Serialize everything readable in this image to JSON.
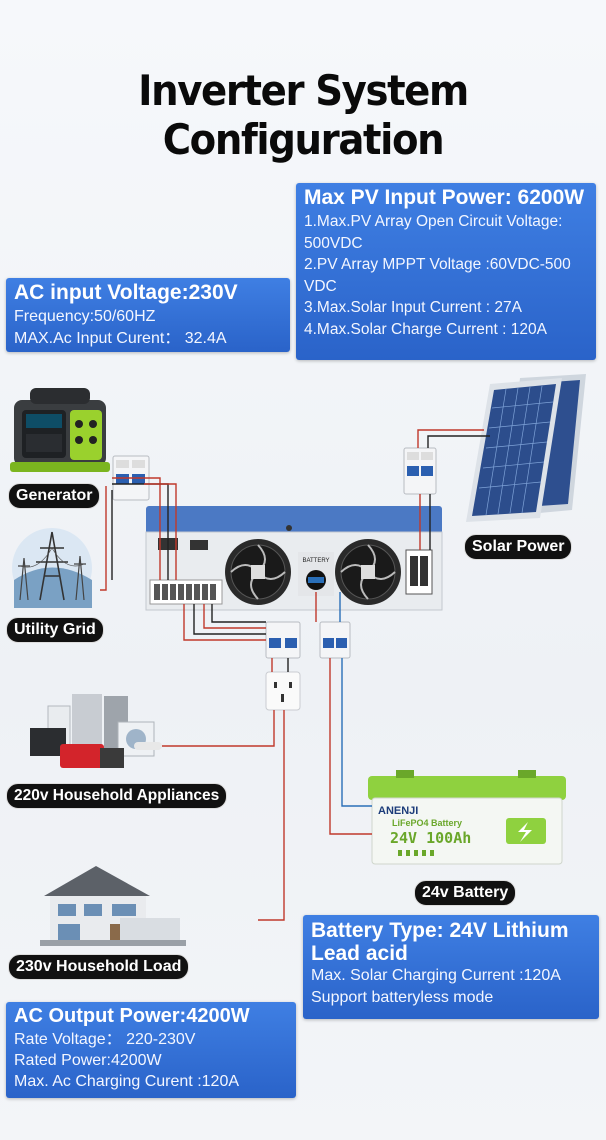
{
  "title": "Inverter System Configuration",
  "pv_box": {
    "heading": "Max PV Input Power: 6200W",
    "lines": [
      "1.Max.PV Array Open Circuit Voltage:",
      "500VDC",
      "2.PV Array MPPT Voltage :60VDC-500",
      "VDC",
      "3.Max.Solar Input Current : 27A",
      "4.Max.Solar Charge  Current : 120A"
    ]
  },
  "ac_input_box": {
    "heading": "AC input Voltage:230V",
    "lines": [
      "Frequency:50/60HZ",
      "MAX.Ac Input Curent： 32.4A"
    ]
  },
  "labels": {
    "generator": "Generator",
    "utility_grid": "Utility Grid",
    "solar_power": "Solar Power",
    "appliances": "220v Household Appliances",
    "battery": "24v Battery",
    "household_load": "230v Household Load"
  },
  "battery_box": {
    "heading_line1": "Battery Type: 24V Lithium",
    "heading_line2": "Lead acid",
    "lines": [
      "Max. Solar Charging Current :120A",
      "Support batteryless mode"
    ]
  },
  "ac_output_box": {
    "heading": "AC Output Power:4200W",
    "lines": [
      "Rate Voltage： 220-230V",
      "Rated Power:4200W",
      "Max. Ac Charging Curent :120A"
    ]
  },
  "battery_product": {
    "brand": "ANENJI",
    "model": "LiFePO4 Battery",
    "rating": "24V 100Ah"
  },
  "inverter_panel": {
    "battery_label": "BATTERY"
  },
  "colors": {
    "box_blue": "#2f6fd8",
    "wire_red": "#c0392b",
    "wire_blue": "#2a6fb8",
    "wire_black": "#222222",
    "battery_green": "#8fd13f",
    "inverter_blue": "#4b79c4"
  }
}
